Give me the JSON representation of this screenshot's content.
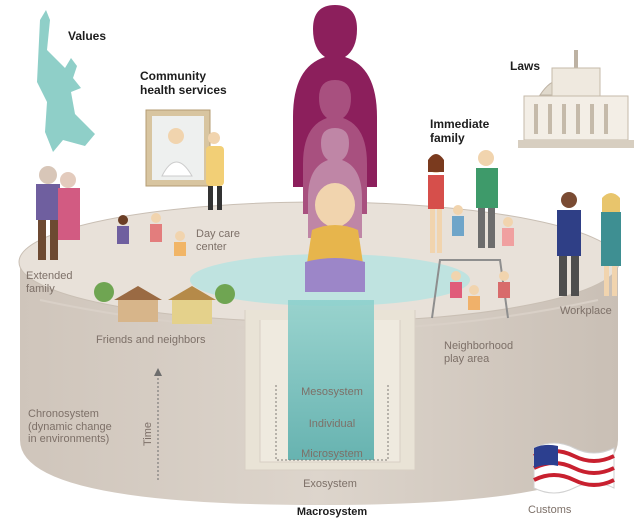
{
  "labels": {
    "values": "Values",
    "community_health": "Community\nhealth services",
    "laws": "Laws",
    "immediate_family": "Immediate\nfamily",
    "extended_family": "Extended\nfamily",
    "day_care": "Day care\ncenter",
    "friends_neighbors": "Friends and neighbors",
    "workplace": "Workplace",
    "neighborhood_play": "Neighborhood\nplay area",
    "chronosystem": "Chronosystem\n(dynamic change\nin environments)",
    "time": "Time",
    "mesosystem": "Mesosystem",
    "individual": "Individual",
    "microsystem": "Microsystem",
    "exosystem": "Exosystem",
    "macrosystem": "Macrosystem",
    "customs": "Customs"
  },
  "icons": {
    "statue": "statue-of-liberty-icon",
    "capitol": "capitol-building-icon",
    "flag": "us-flag-icon",
    "doctor": "doctor-portrait-icon"
  },
  "colors": {
    "silhouette_top": "#8c1f5c",
    "silhouette_mid": "#a8507f",
    "silhouette_low": "#bf86a6",
    "teal": "#6fc2c0",
    "platform": "#d6cdc4",
    "platform_side": "#c5bab0",
    "label_gray": "#7d7068"
  }
}
